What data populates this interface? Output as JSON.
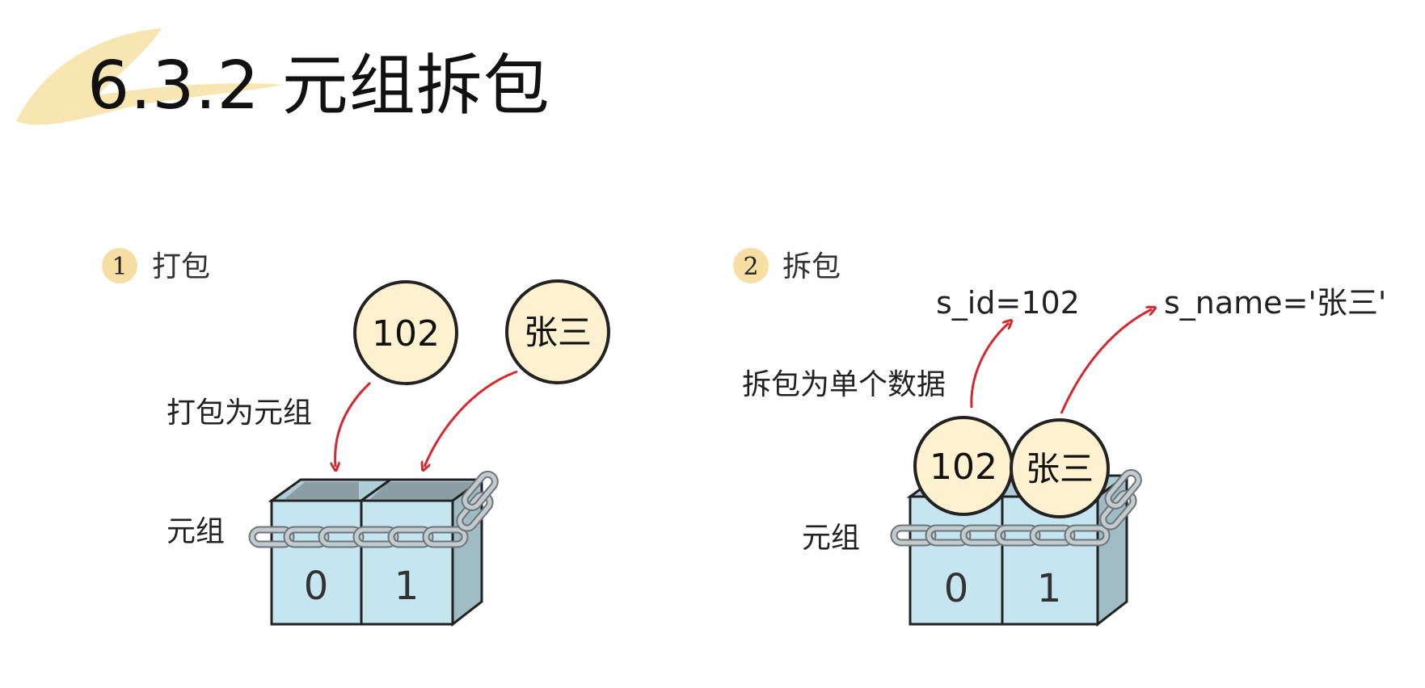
{
  "slide": {
    "title": "6.3.2 元组拆包"
  },
  "colors": {
    "accent_brush": "#f5e2a8",
    "circle_fill": "#fdf1d0",
    "box_front": "#c5e6f1",
    "box_side": "#9fbcc4",
    "box_top": "#afcdd6",
    "box_inner": "#8a9ea4",
    "chain": "#bcc5c8",
    "arrow": "#d42a2f"
  },
  "pack": {
    "number": "1",
    "label": "打包",
    "annotation": "打包为元组",
    "tuple_label": "元组",
    "values": [
      "102",
      "张三"
    ],
    "indices": [
      "0",
      "1"
    ]
  },
  "unpack": {
    "number": "2",
    "label": "拆包",
    "annotation": "拆包为单个数据",
    "tuple_label": "元组",
    "values": [
      "102",
      "张三"
    ],
    "indices": [
      "0",
      "1"
    ],
    "var_id": "s_id=102",
    "var_name": "s_name='张三'"
  }
}
